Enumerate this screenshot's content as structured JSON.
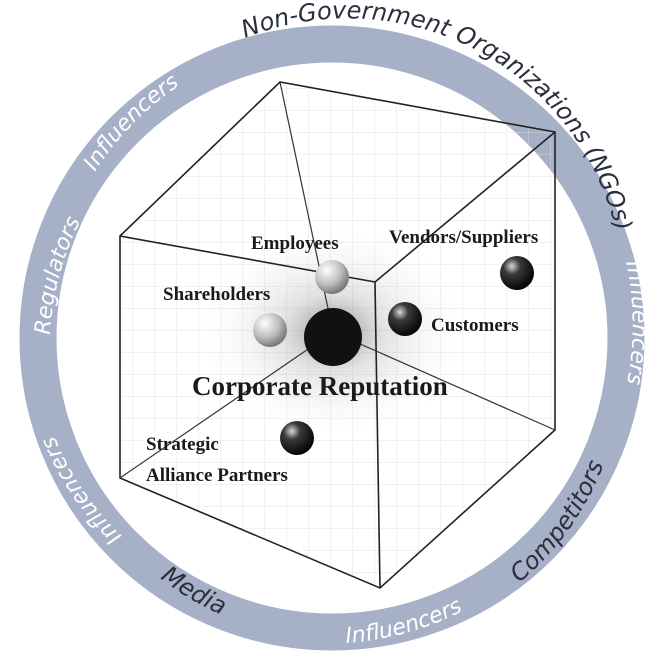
{
  "ring": {
    "color": "#a6b0c6",
    "labels": {
      "ngo": "Non-Government Organizations (NGOs)",
      "influencers_top_left": "Influencers",
      "regulators": "Regulators",
      "influencers_left": "Influencers",
      "media": "Media",
      "influencers_bottom": "Influencers",
      "competitors": "Competitors",
      "influencers_right": "Influencers"
    }
  },
  "cube": {
    "center_label": "Corporate Reputation",
    "stakeholders": {
      "employees": "Employees",
      "vendors": "Vendors/Suppliers",
      "shareholders": "Shareholders",
      "customers": "Customers",
      "strategic_line1": "Strategic",
      "strategic_line2": "Alliance Partners"
    }
  }
}
